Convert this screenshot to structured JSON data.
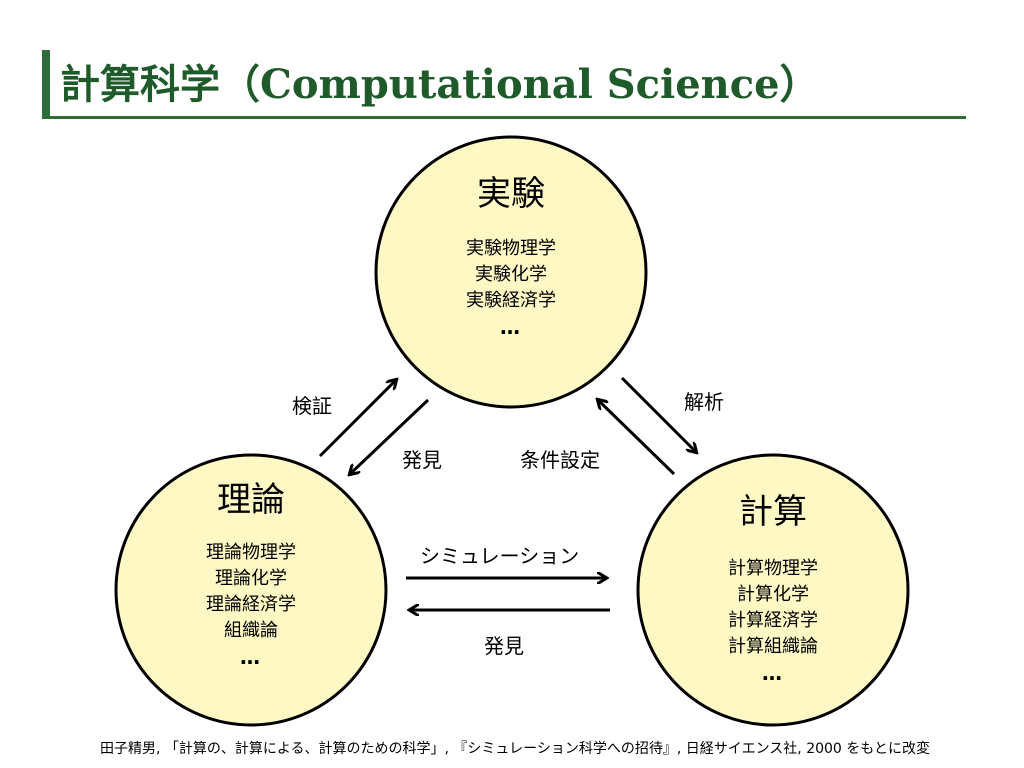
{
  "title": "計算科学（Computational Science）",
  "nodes": {
    "experiment": {
      "heading": "実験",
      "items": [
        "実験物理学",
        "実験化学",
        "実験経済学",
        "…"
      ]
    },
    "theory": {
      "heading": "理論",
      "items": [
        "理論物理学",
        "理論化学",
        "理論経済学",
        "組織論",
        "…"
      ]
    },
    "computation": {
      "heading": "計算",
      "items": [
        "計算物理学",
        "計算化学",
        "計算経済学",
        "計算組織論",
        "…"
      ]
    }
  },
  "edges": {
    "verification": "検証",
    "discovery_left": "発見",
    "analysis": "解析",
    "condition_setting": "条件設定",
    "simulation": "シミュレーション",
    "discovery_bottom": "発見"
  },
  "colors": {
    "circle_fill": "#fdf8c4",
    "title_green": "#1f5a2b"
  },
  "footer": "田子精男, 「計算の、計算による、計算のための科学」, 『シミュレーション科学への招待』, 日経サイエンス社, 2000 をもとに改変"
}
